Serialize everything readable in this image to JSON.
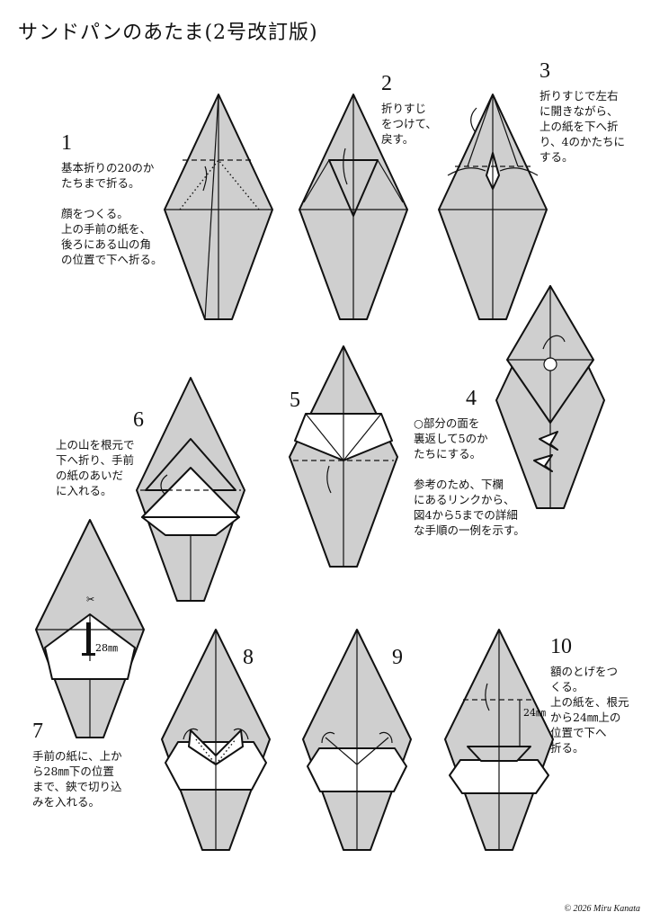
{
  "title": "サンドパンのあたま(2号改訂版)",
  "steps": [
    {
      "num": "1",
      "text": "基本折りの20のか\nたちまで折る。\n\n顔をつくる。\n上の手前の紙を、\n後ろにある山の角\nの位置で下へ折る。"
    },
    {
      "num": "2",
      "text": "折りすじ\nをつけて、\n戻す。"
    },
    {
      "num": "3",
      "text": "折りすじで左右\nに開きながら、\n上の紙を下へ折\nり、4のかたちに\nする。"
    },
    {
      "num": "4",
      "text": "○部分の面を\n裏返して5のか\nたちにする。\n\n参考のため、下欄\nにあるリンクから、\n図4から5までの詳細\nな手順の一例を示す。"
    },
    {
      "num": "5",
      "text": ""
    },
    {
      "num": "6",
      "text": "上の山を根元で\n下へ折り、手前\nの紙のあいだ\nに入れる。"
    },
    {
      "num": "7",
      "text": "手前の紙に、上か\nら28㎜下の位置\nまで、鋏で切り込\nみを入れる。"
    },
    {
      "num": "8",
      "text": ""
    },
    {
      "num": "9",
      "text": ""
    },
    {
      "num": "10",
      "text": "額のとげをつ\nくる。\n上の紙を、根元\nから24㎜上の\n位置で下へ\n折る。"
    }
  ],
  "measures": {
    "cut": "28㎜",
    "fold": "24㎜"
  },
  "copyright": "© 2026 Miru Kanata",
  "colors": {
    "paper": "#cfcfcf",
    "line": "#111111",
    "back": "#ffffff"
  }
}
